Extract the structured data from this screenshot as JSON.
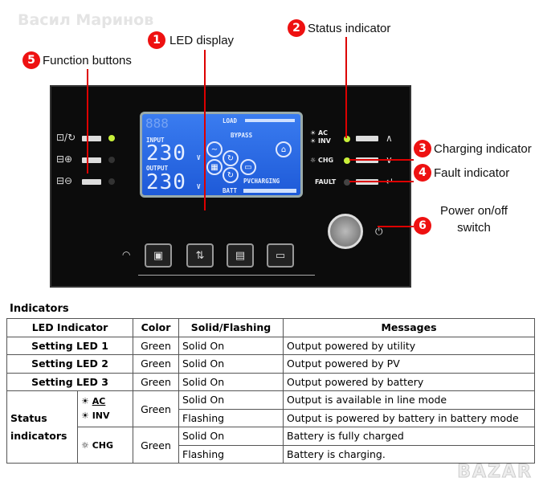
{
  "watermark": "Васил Маринов",
  "brand_watermark": "BAZAR",
  "annotations": [
    {
      "num": "1",
      "label": "LED display"
    },
    {
      "num": "2",
      "label": "Status indicator"
    },
    {
      "num": "3",
      "label": "Charging indicator"
    },
    {
      "num": "4",
      "label": "Fault indicator"
    },
    {
      "num": "5",
      "label": "Function buttons"
    },
    {
      "num": "6",
      "label": "Power on/off switch"
    }
  ],
  "lcd": {
    "load": "LOAD",
    "input": "INPUT",
    "input_value": "230",
    "output": "OUTPUT",
    "output_value": "230",
    "unit": "V",
    "bypass": "BYPASS",
    "charging": "PVCHARGING",
    "batt": "BATT"
  },
  "panel": {
    "ac": "AC",
    "inv": "INV",
    "chg": "CHG",
    "fault": "FAULT"
  },
  "colors": {
    "accent": "#e11111",
    "lcd": "#2a6ae6",
    "led_green": "#c8f03a"
  },
  "table": {
    "title": "Indicators",
    "headers": [
      "LED Indicator",
      "Color",
      "Solid/Flashing",
      "Messages"
    ],
    "rows": [
      [
        "Setting LED 1",
        "Green",
        "Solid On",
        "Output powered by utility"
      ],
      [
        "Setting LED 2",
        "Green",
        "Solid On",
        "Output powered by PV"
      ],
      [
        "Setting LED 3",
        "Green",
        "Solid On",
        "Output powered by battery"
      ]
    ],
    "status_label": "Status indicators",
    "ac": "AC",
    "inv": "INV",
    "chg": "CHG",
    "ac_color": "Green",
    "chg_color": "Green",
    "ac_rows": [
      [
        "Solid On",
        "Output is available in line mode"
      ],
      [
        "Flashing",
        "Output is powered by battery in battery mode"
      ]
    ],
    "chg_rows": [
      [
        "Solid On",
        "Battery is fully charged"
      ],
      [
        "Flashing",
        "Battery is charging."
      ]
    ]
  }
}
